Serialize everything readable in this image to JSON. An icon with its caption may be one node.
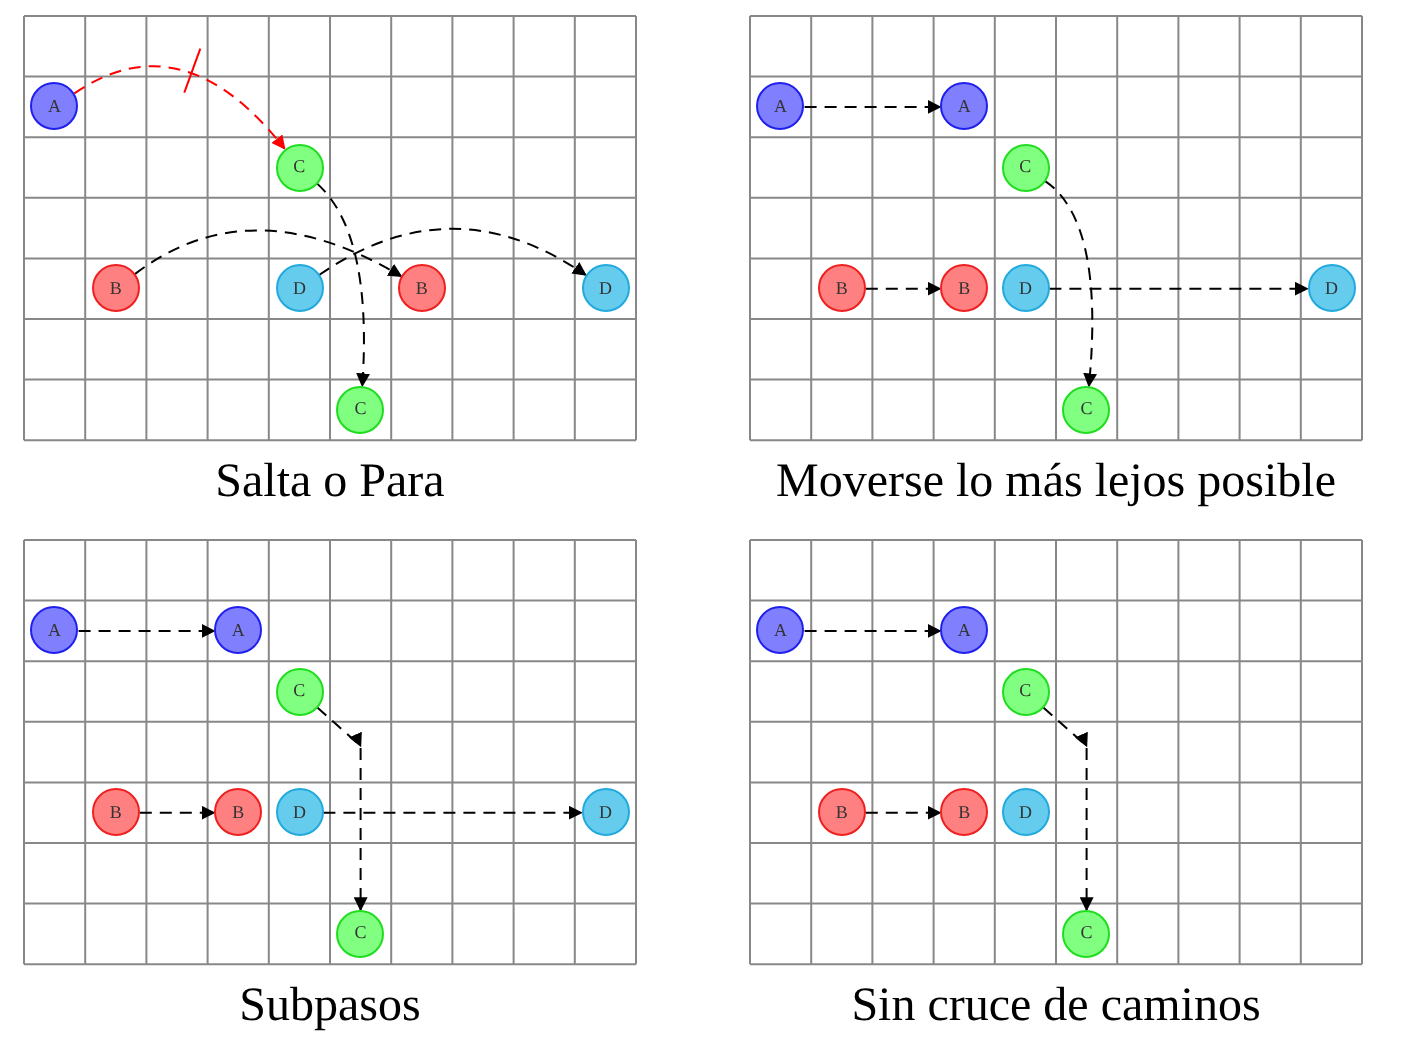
{
  "diagram": {
    "nodes": [
      {
        "text": [
          "A"
        ]
      },
      {
        "text": [
          "C"
        ]
      },
      {
        "text": [
          "B"
        ]
      },
      {
        "text": [
          "D"
        ]
      },
      {
        "text": [
          "B"
        ]
      },
      {
        "text": [
          "D"
        ]
      },
      {
        "text": [
          "C"
        ]
      },
      {
        "text": [
          "A"
        ]
      },
      {
        "text": [
          "A"
        ]
      },
      {
        "text": [
          "C"
        ]
      },
      {
        "text": [
          "B"
        ]
      },
      {
        "text": [
          "B"
        ]
      },
      {
        "text": [
          "D"
        ]
      },
      {
        "text": [
          "D"
        ]
      },
      {
        "text": [
          "C"
        ]
      },
      {
        "text": [
          "A"
        ]
      },
      {
        "text": [
          "A"
        ]
      },
      {
        "text": [
          "C"
        ]
      },
      {
        "text": [
          "B"
        ]
      },
      {
        "text": [
          "B"
        ]
      },
      {
        "text": [
          "D"
        ]
      },
      {
        "text": [
          "D"
        ]
      },
      {
        "text": [
          "C"
        ]
      },
      {
        "text": [
          "A"
        ]
      },
      {
        "text": [
          "A"
        ]
      },
      {
        "text": [
          "C"
        ]
      },
      {
        "text": [
          "B"
        ]
      },
      {
        "text": [
          "B"
        ]
      },
      {
        "text": [
          "D"
        ]
      },
      {
        "text": [
          "C"
        ]
      }
    ],
    "edges": [
      {
        "from": 0,
        "to": 1,
        "arrow": "to",
        "style": "dashed",
        "color": "#ff0000"
      },
      {
        "from": 2,
        "to": 4,
        "arrow": "to",
        "style": "dashed"
      },
      {
        "from": 3,
        "to": 5,
        "arrow": "to",
        "style": "dashed"
      },
      {
        "from": 1,
        "to": 6,
        "arrow": "to",
        "style": "dashed"
      },
      {
        "from": 7,
        "to": 8,
        "arrow": "to",
        "style": "dashed"
      },
      {
        "from": 9,
        "to": 14,
        "arrow": "to",
        "style": "dashed"
      },
      {
        "from": 10,
        "to": 11,
        "arrow": "to",
        "style": "dashed"
      },
      {
        "from": 12,
        "to": 13,
        "arrow": "to",
        "style": "dashed"
      },
      {
        "from": 15,
        "to": 16,
        "arrow": "to",
        "style": "dashed"
      },
      {
        "from": 17,
        "to": 22,
        "arrow": "to",
        "style": "dashed"
      },
      {
        "from": 18,
        "to": 19,
        "arrow": "to",
        "style": "dashed"
      },
      {
        "from": 20,
        "to": 21,
        "arrow": "to",
        "style": "dashed"
      },
      {
        "from": 23,
        "to": 24,
        "arrow": "to",
        "style": "dashed"
      },
      {
        "from": 25,
        "to": 29,
        "arrow": "to",
        "style": "dashed"
      },
      {
        "from": 26,
        "to": 27,
        "arrow": "to",
        "style": "dashed"
      }
    ],
    "labels": [
      "Salta o Para",
      "Moverse lo más lejos posible",
      "Subpasos",
      "Sin cruce de caminos"
    ]
  }
}
